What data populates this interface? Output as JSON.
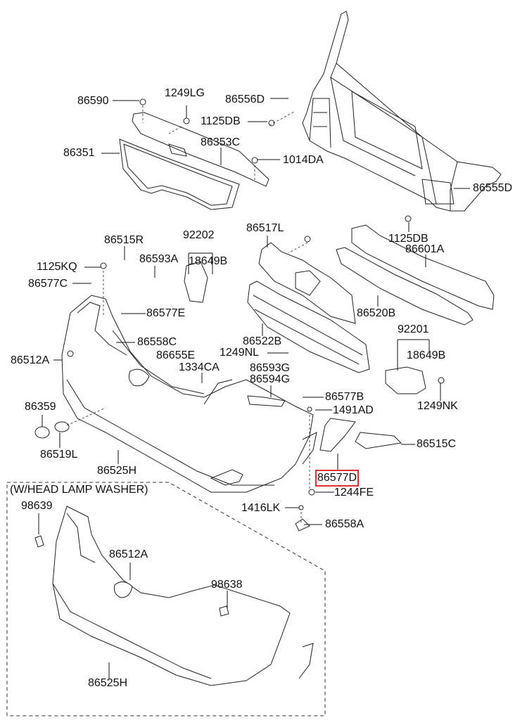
{
  "diagram": {
    "title": "Front Bumper & Radiator Support Parts Diagram",
    "highlight_color": "#e03030",
    "inset_note": "(W/HEAD LAMP WASHER)",
    "highlighted_part": "86577D",
    "parts": [
      {
        "id": "p86590",
        "label": "86590"
      },
      {
        "id": "p1249LG",
        "label": "1249LG"
      },
      {
        "id": "p86556D",
        "label": "86556D"
      },
      {
        "id": "p1125DB_a",
        "label": "1125DB"
      },
      {
        "id": "p86351",
        "label": "86351"
      },
      {
        "id": "p86353C",
        "label": "86353C"
      },
      {
        "id": "p1014DA",
        "label": "1014DA"
      },
      {
        "id": "p86555D",
        "label": "86555D"
      },
      {
        "id": "p1125DB_b",
        "label": "1125DB"
      },
      {
        "id": "p86517L",
        "label": "86517L"
      },
      {
        "id": "p86601A",
        "label": "86601A"
      },
      {
        "id": "p86515R",
        "label": "86515R"
      },
      {
        "id": "p92202",
        "label": "92202"
      },
      {
        "id": "p86593A",
        "label": "86593A"
      },
      {
        "id": "p18649B_a",
        "label": "18649B"
      },
      {
        "id": "p1125KQ",
        "label": "1125KQ"
      },
      {
        "id": "p86577C",
        "label": "86577C"
      },
      {
        "id": "p86577E",
        "label": "86577E"
      },
      {
        "id": "p86520B",
        "label": "86520B"
      },
      {
        "id": "p92201",
        "label": "92201"
      },
      {
        "id": "p86558C",
        "label": "86558C"
      },
      {
        "id": "p86522B",
        "label": "86522B"
      },
      {
        "id": "p1249NL",
        "label": "1249NL"
      },
      {
        "id": "p18649B_b",
        "label": "18649B"
      },
      {
        "id": "p86512A_a",
        "label": "86512A"
      },
      {
        "id": "p86655E",
        "label": "86655E"
      },
      {
        "id": "p1334CA",
        "label": "1334CA"
      },
      {
        "id": "p86593G",
        "label": "86593G"
      },
      {
        "id": "p86594G",
        "label": "86594G"
      },
      {
        "id": "p1249NK",
        "label": "1249NK"
      },
      {
        "id": "p86577B",
        "label": "86577B"
      },
      {
        "id": "p86359",
        "label": "86359"
      },
      {
        "id": "p1491AD",
        "label": "1491AD"
      },
      {
        "id": "p86515C",
        "label": "86515C"
      },
      {
        "id": "p86519L",
        "label": "86519L"
      },
      {
        "id": "p86525H_a",
        "label": "86525H"
      },
      {
        "id": "p86577D",
        "label": "86577D"
      },
      {
        "id": "p1244FE",
        "label": "1244FE"
      },
      {
        "id": "p98639",
        "label": "98639"
      },
      {
        "id": "p1416LK",
        "label": "1416LK"
      },
      {
        "id": "p86558A",
        "label": "86558A"
      },
      {
        "id": "p86512A_b",
        "label": "86512A"
      },
      {
        "id": "p98638",
        "label": "98638"
      },
      {
        "id": "p86525H_b",
        "label": "86525H"
      }
    ]
  }
}
